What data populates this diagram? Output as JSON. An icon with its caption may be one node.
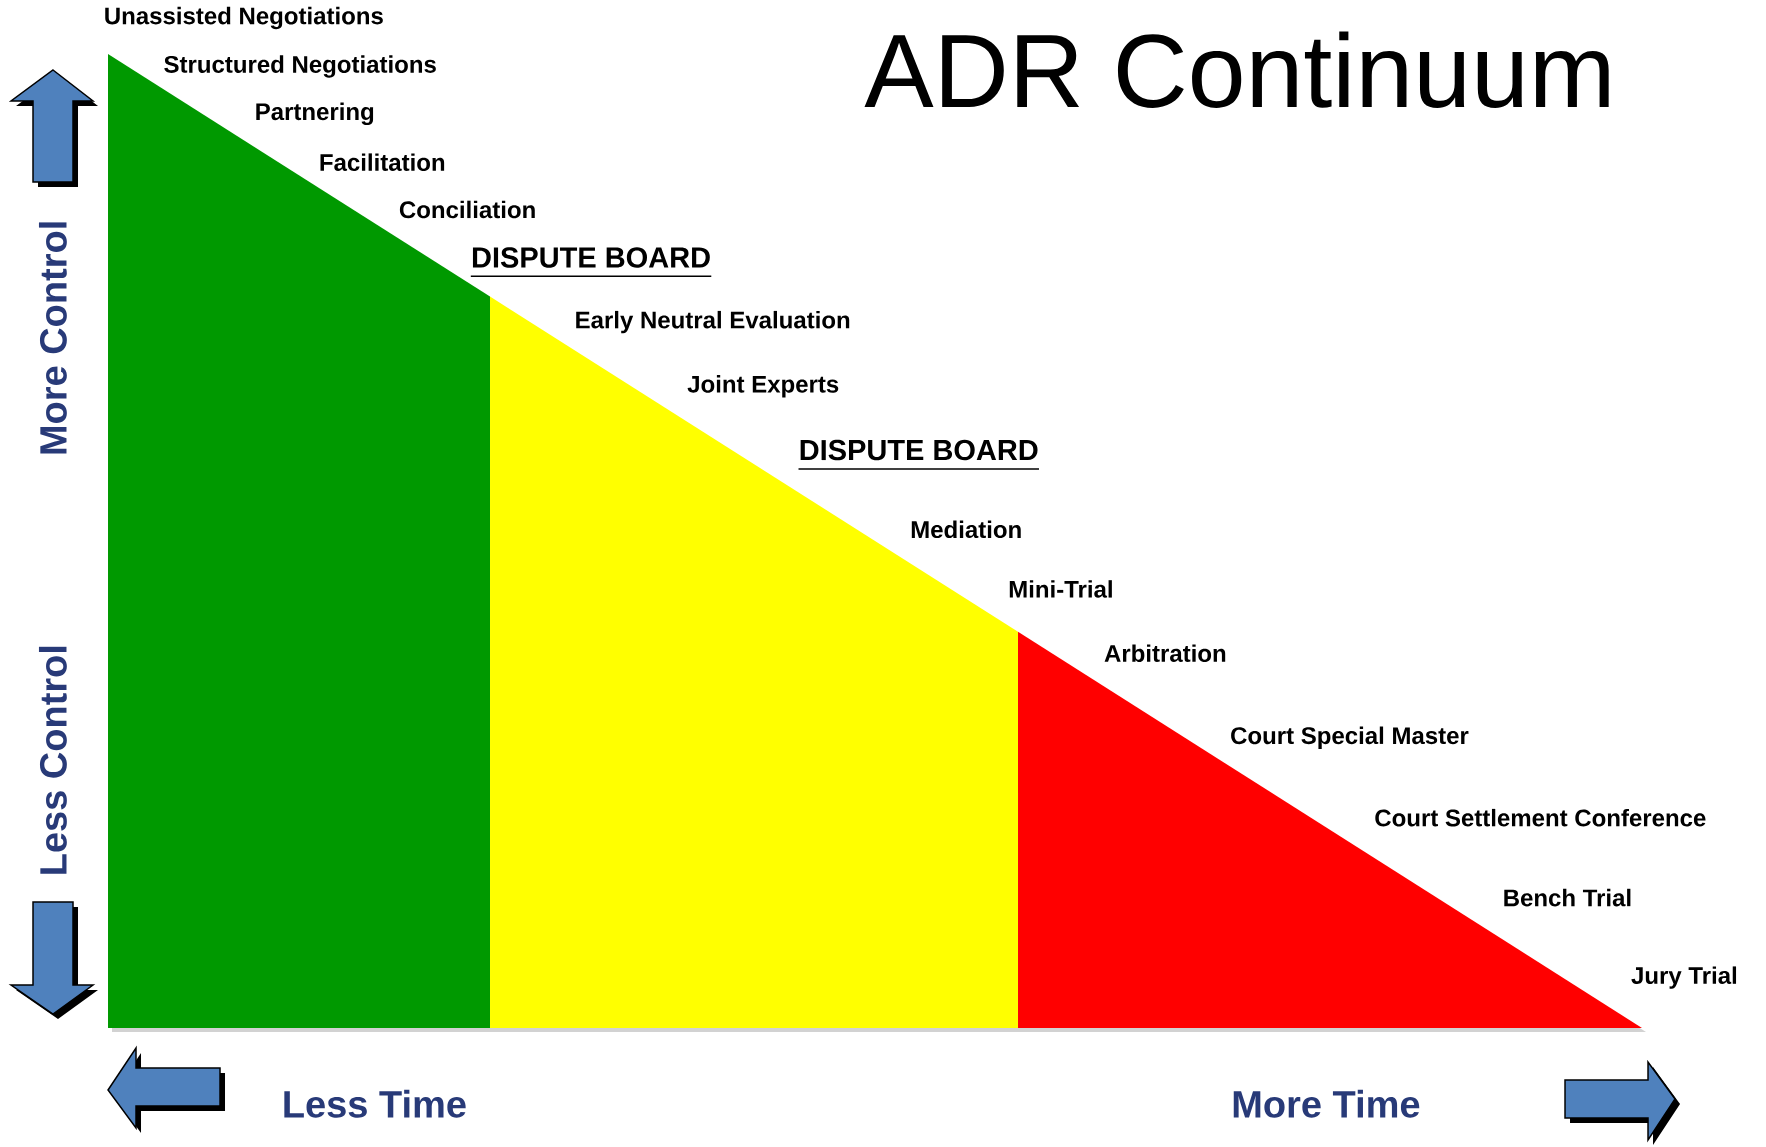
{
  "diagram": {
    "title": "ADR Continuum",
    "labels": [
      "Unassisted Negotiations",
      "Structured Negotiations",
      "Partnering",
      "Facilitation",
      "Conciliation",
      "DISPUTE BOARD",
      "Early Neutral Evaluation",
      "Joint Experts",
      "DISPUTE BOARD",
      "Mediation",
      "Mini-Trial",
      "Arbitration",
      "Court Special Master",
      "Court  Settlement Conference",
      "Bench Trial",
      "Jury Trial",
      "More Control",
      "Less Control",
      "Less Time",
      "More Time"
    ]
  }
}
